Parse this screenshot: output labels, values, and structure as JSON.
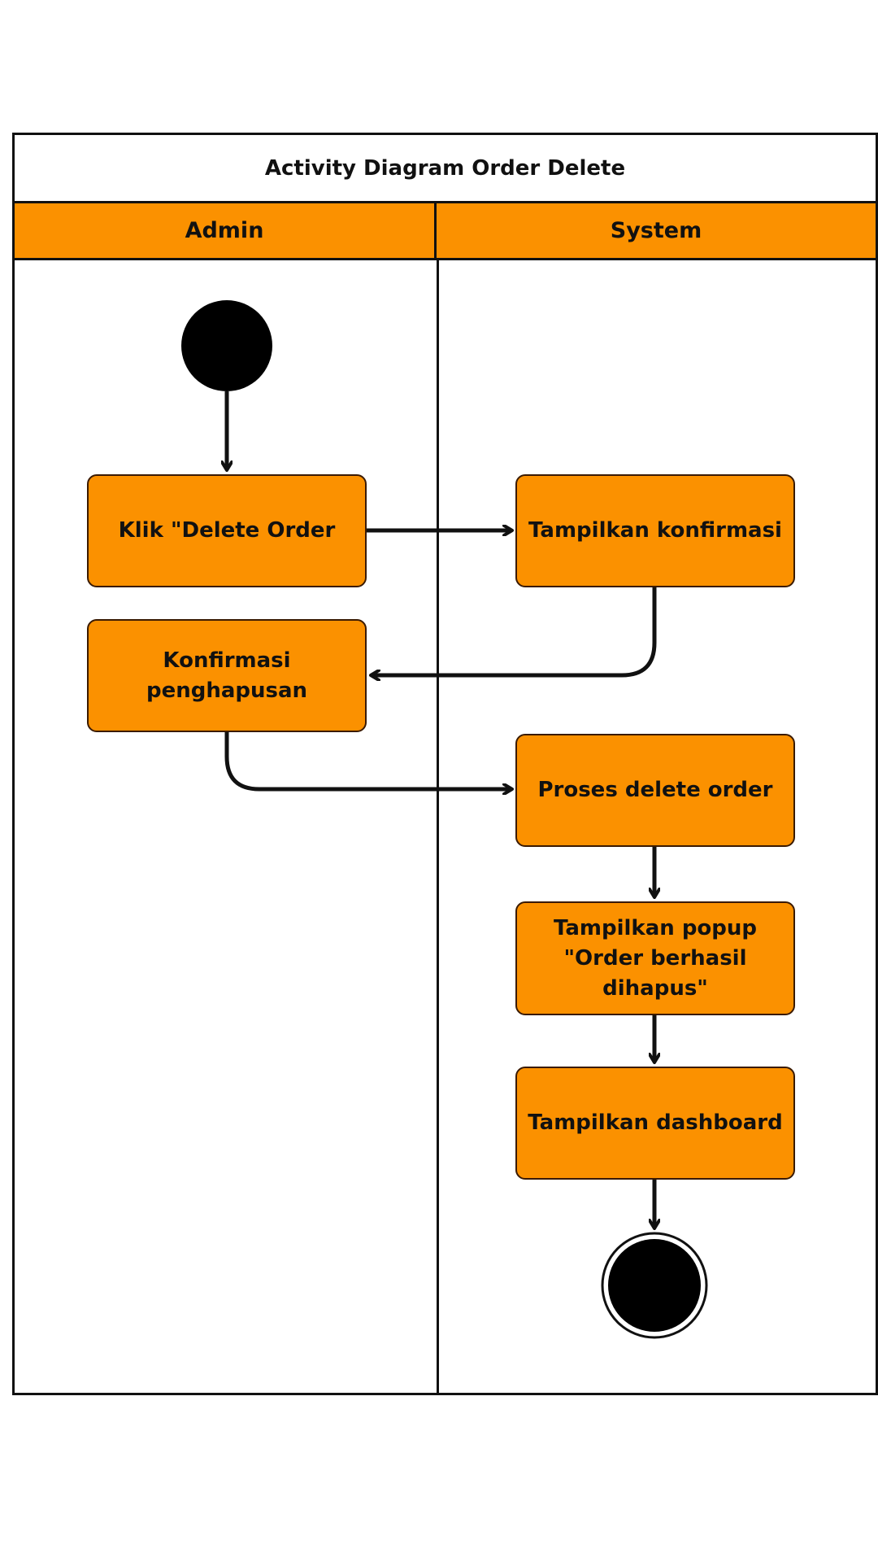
{
  "diagram": {
    "title": "Activity Diagram Order Delete",
    "lanes": [
      "Admin",
      "System"
    ],
    "nodes": {
      "klik_delete": "Klik \"Delete Order",
      "konfirmasi_penghapusan": "Konfirmasi\npenghapusan",
      "tampilkan_konfirmasi": "Tampilkan konfirmasi",
      "proses_delete": "Proses delete order",
      "tampilkan_popup": "Tampilkan popup\n\"Order berhasil dihapus\"",
      "tampilkan_dashboard": "Tampilkan dashboard"
    },
    "colors": {
      "lane_header": "#fb9100",
      "node_fill": "#fb9100",
      "line": "#111111"
    }
  }
}
